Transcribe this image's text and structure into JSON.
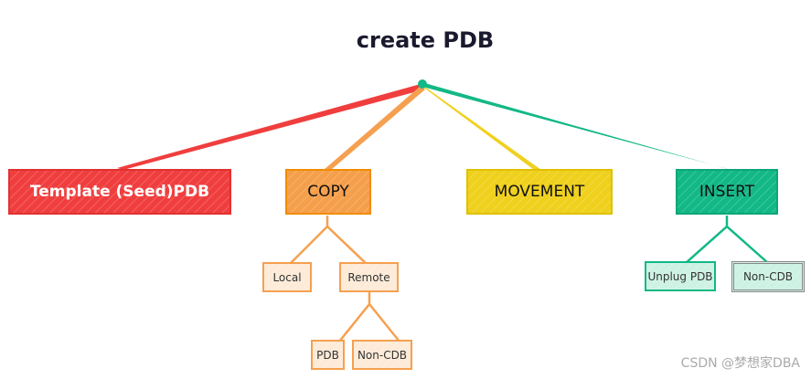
{
  "title": "create PDB",
  "nodes": {
    "template": "Template (Seed)PDB",
    "copy": "COPY",
    "movement": "MOVEMENT",
    "insert": "INSERT",
    "local": "Local",
    "remote": "Remote",
    "pdb": "PDB",
    "non_cdb_remote": "Non-CDB",
    "unplug": "Unplug PDB",
    "non_cdb_insert": "Non-CDB"
  },
  "colors": {
    "template": "#f03e3e",
    "copy": "#f59f4b",
    "movement": "#f0d020",
    "insert": "#12b886"
  },
  "watermark": "CSDN @梦想家DBA"
}
